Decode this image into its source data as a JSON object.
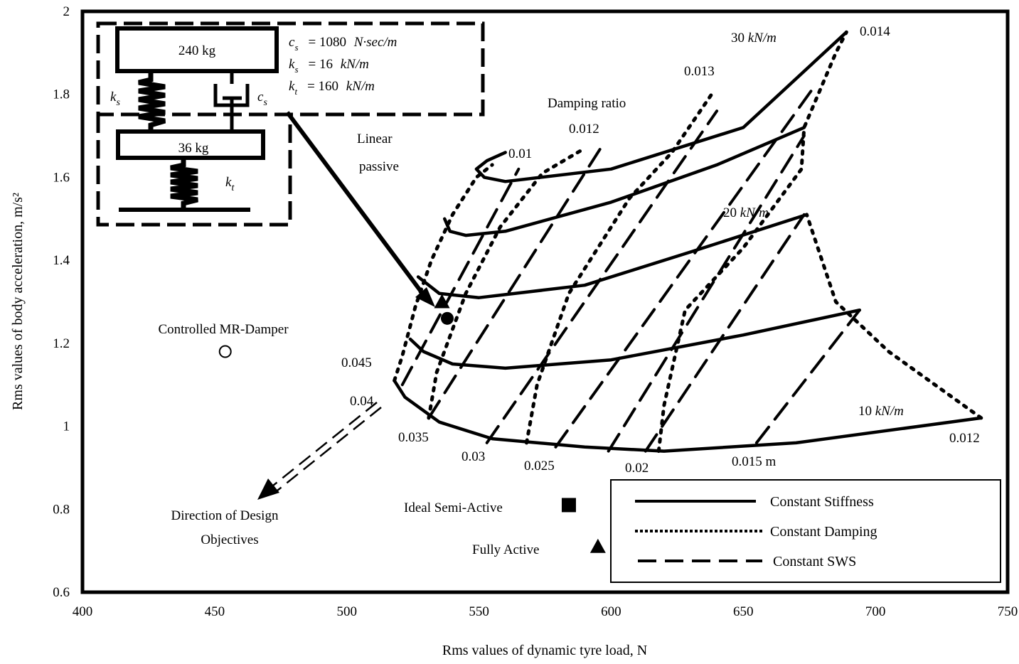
{
  "chart_data": {
    "type": "line",
    "xlabel": "Rms values of dynamic tyre load, N",
    "ylabel": "Rms values of body  acceleration, m/s²",
    "xlim": [
      400,
      750
    ],
    "ylim": [
      0.6,
      2.0
    ],
    "xticks": [
      "400",
      "450",
      "500",
      "550",
      "600",
      "650",
      "700",
      "750"
    ],
    "yticks": [
      "0.6",
      "0.8",
      "1",
      "1.2",
      "1.4",
      "1.6",
      "1.8",
      "2"
    ],
    "grid": false,
    "legend_position": "bottom-right",
    "legend": [
      {
        "label": "Constant Stiffness",
        "style": "solid"
      },
      {
        "label": "Constant Damping",
        "style": "dotted"
      },
      {
        "label": "Constant SWS",
        "style": "dashed"
      }
    ],
    "constant_stiffness": [
      {
        "points": [
          [
            560,
            1.66
          ],
          [
            553,
            1.64
          ],
          [
            549,
            1.62
          ],
          [
            552,
            1.6
          ],
          [
            560,
            1.59
          ],
          [
            600,
            1.62
          ],
          [
            650,
            1.72
          ],
          [
            689,
            1.95
          ]
        ]
      },
      {
        "points": [
          [
            537,
            1.5
          ],
          [
            539,
            1.47
          ],
          [
            545,
            1.46
          ],
          [
            560,
            1.47
          ],
          [
            600,
            1.54
          ],
          [
            640,
            1.63
          ],
          [
            673,
            1.72
          ]
        ]
      },
      {
        "points": [
          [
            527,
            1.36
          ],
          [
            535,
            1.32
          ],
          [
            550,
            1.31
          ],
          [
            590,
            1.34
          ],
          [
            630,
            1.42
          ],
          [
            674,
            1.51
          ]
        ]
      },
      {
        "points": [
          [
            524,
            1.21
          ],
          [
            529,
            1.18
          ],
          [
            540,
            1.15
          ],
          [
            560,
            1.14
          ],
          [
            600,
            1.16
          ],
          [
            650,
            1.22
          ],
          [
            694,
            1.28
          ]
        ]
      },
      {
        "points": [
          [
            518,
            1.11
          ],
          [
            522,
            1.07
          ],
          [
            535,
            1.01
          ],
          [
            555,
            0.97
          ],
          [
            590,
            0.95
          ],
          [
            620,
            0.94
          ],
          [
            670,
            0.96
          ],
          [
            740,
            1.02
          ]
        ]
      }
    ],
    "constant_damping": [
      {
        "points": [
          [
            518,
            1.11
          ],
          [
            521,
            1.17
          ],
          [
            526,
            1.29
          ],
          [
            532,
            1.4
          ],
          [
            540,
            1.51
          ],
          [
            549,
            1.6
          ],
          [
            555,
            1.63
          ]
        ]
      },
      {
        "points": [
          [
            531,
            1.02
          ],
          [
            534,
            1.13
          ],
          [
            545,
            1.32
          ],
          [
            558,
            1.48
          ],
          [
            574,
            1.61
          ],
          [
            590,
            1.67
          ]
        ]
      },
      {
        "points": [
          [
            568,
            0.96
          ],
          [
            572,
            1.1
          ],
          [
            584,
            1.32
          ],
          [
            607,
            1.55
          ],
          [
            623,
            1.66
          ],
          [
            638,
            1.8
          ]
        ]
      },
      {
        "points": [
          [
            618,
            0.94
          ],
          [
            620,
            1.05
          ],
          [
            628,
            1.28
          ],
          [
            650,
            1.43
          ],
          [
            672,
            1.62
          ],
          [
            673,
            1.72
          ],
          [
            685,
            1.9
          ],
          [
            689,
            1.95
          ]
        ]
      },
      {
        "points": [
          [
            740,
            1.02
          ],
          [
            705,
            1.18
          ],
          [
            685,
            1.3
          ],
          [
            674,
            1.51
          ]
        ]
      }
    ],
    "constant_sws": [
      {
        "points": [
          [
            521,
            1.1
          ],
          [
            565,
            1.62
          ]
        ]
      },
      {
        "points": [
          [
            531,
            1.02
          ],
          [
            597,
            1.68
          ]
        ]
      },
      {
        "points": [
          [
            553,
            0.96
          ],
          [
            640,
            1.76
          ]
        ]
      },
      {
        "points": [
          [
            579,
            0.95
          ],
          [
            677,
            1.82
          ]
        ]
      },
      {
        "points": [
          [
            599,
            0.94
          ],
          [
            673,
            1.7
          ]
        ]
      },
      {
        "points": [
          [
            613,
            0.94
          ],
          [
            673,
            1.51
          ]
        ]
      },
      {
        "points": [
          [
            655,
            0.96
          ],
          [
            694,
            1.28
          ]
        ]
      }
    ],
    "annotations": {
      "damping_ratio_title": "Damping ratio",
      "damping_ratios": [
        "0.01",
        "0.012",
        "0.013",
        "0.014",
        "0.012"
      ],
      "stiffness_labels": [
        "30",
        "20",
        "10"
      ],
      "stiffness_unit": "kN/m",
      "sws_labels": [
        "0.045",
        "0.04",
        "0.035",
        "0.03",
        "0.025",
        "0.02",
        "0.015 m"
      ],
      "linear_passive": [
        "Linear",
        "passive"
      ],
      "direction": [
        "Direction of Design",
        "Objectives"
      ]
    },
    "points": [
      {
        "name": "Controlled MR-Damper",
        "x": 454,
        "y": 1.18,
        "marker": "open-circle"
      },
      {
        "name": "Linear passive point",
        "x": 538,
        "y": 1.26,
        "marker": "filled-circle"
      },
      {
        "name": "Ideal Semi-Active",
        "x": 584,
        "y": 0.81,
        "marker": "square"
      },
      {
        "name": "Fully Active",
        "x": 595,
        "y": 0.71,
        "marker": "triangle"
      },
      {
        "name": "Fully Active (on curve)",
        "x": 536,
        "y": 1.3,
        "marker": "triangle"
      }
    ],
    "arrows": [
      {
        "from": [
          477,
          1.76
        ],
        "to": [
          536,
          1.3
        ],
        "type": "solid-heavy"
      },
      {
        "from": [
          523,
          1.05
        ],
        "to": [
          465,
          0.82
        ],
        "type": "double-dashed"
      }
    ],
    "inset": {
      "body_mass": "240  kg",
      "wheel_mass": "36  kg",
      "ks_label": "k",
      "ks_sub": "s",
      "cs_label": "c",
      "cs_sub": "s",
      "kt_label": "k",
      "kt_sub": "t",
      "param_cs": {
        "sym": "c",
        "sub": "s",
        "value": "= 1080",
        "unit": "N·sec/m"
      },
      "param_ks": {
        "sym": "k",
        "sub": "s",
        "value": "=  16",
        "unit": "kN/m"
      },
      "param_kt": {
        "sym": "k",
        "sub": "t",
        "value": "= 160",
        "unit": "kN/m"
      }
    }
  }
}
